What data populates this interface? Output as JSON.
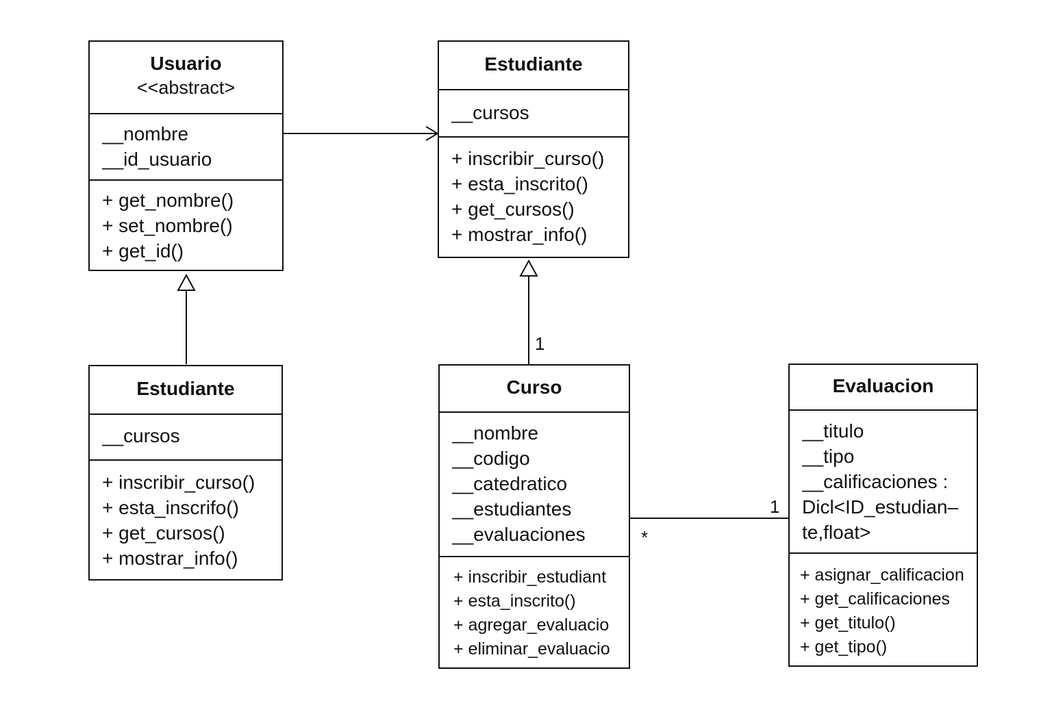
{
  "classes": {
    "usuario": {
      "name": "Usuario",
      "stereotype": "<<abstract>",
      "attributes": [
        "__nombre",
        "__id_usuario"
      ],
      "methods": [
        "+ get_nombre()",
        "+ set_nombre()",
        "+ get_id()"
      ]
    },
    "estudiante_top": {
      "name": "Estudiante",
      "attributes": [
        "__cursos"
      ],
      "methods": [
        "+ inscribir_curso()",
        "+ esta_inscrito()",
        "+ get_cursos()",
        "+ mostrar_info()"
      ]
    },
    "estudiante_bottom": {
      "name": "Estudiante",
      "attributes": [
        "__cursos"
      ],
      "methods": [
        "+ inscribir_curso()",
        "+ esta_inscrifo()",
        "+ get_cursos()",
        "+ mostrar_info()"
      ]
    },
    "curso": {
      "name": "Curso",
      "attributes": [
        "__nombre",
        "__codigo",
        "__catedratico",
        "__estudiantes",
        "__evaluaciones"
      ],
      "methods": [
        "+ inscribir_estudiant",
        "+ esta_inscrito()",
        "+ agregar_evaluacio",
        "+ eliminar_evaluacio"
      ]
    },
    "evaluacion": {
      "name": "Evaluacion",
      "attributes": [
        "__titulo",
        "__tipo",
        "__calificaciones :",
        "Dicl<ID_estudian–",
        "te,float>"
      ],
      "methods": [
        "+ asignar_calificacion",
        "+ get_calificaciones",
        "+ get_titulo()",
        "+ get_tipo()"
      ]
    }
  },
  "multiplicities": {
    "curso_estudiante": "1",
    "curso_evaluacion_curso_end": "*",
    "curso_evaluacion_evaluacion_end": "1"
  },
  "relationships": [
    {
      "from": "usuario",
      "to": "estudiante_top",
      "kind": "association",
      "arrow": "open"
    },
    {
      "from": "estudiante_bottom",
      "to": "usuario",
      "kind": "generalization"
    },
    {
      "from": "curso",
      "to": "estudiante_top",
      "kind": "generalization"
    },
    {
      "from": "curso",
      "to": "evaluacion",
      "kind": "association"
    }
  ]
}
